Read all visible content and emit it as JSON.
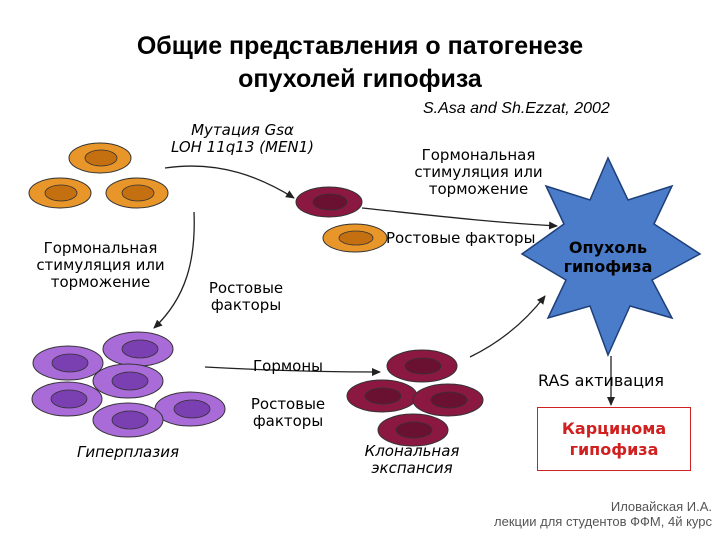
{
  "title": {
    "line1": "Общие представления о патогенезе",
    "line2": "опухолей гипофиза"
  },
  "reference": "S.Asa and Sh.Ezzat, 2002",
  "mutation": {
    "line1": "Мутация Gsα",
    "line2": "LOH 11q13 (MEN1)"
  },
  "hormonal_right": {
    "line1": "Гормональная",
    "line2": "стимуляция или",
    "line3": "торможение"
  },
  "growth_factors_right": "Ростовые факторы",
  "tumor": {
    "line1": "Опухоль",
    "line2": "гипофиза"
  },
  "hormonal_left": {
    "line1": "Гормональная",
    "line2": "стимуляция или",
    "line3": "торможение"
  },
  "growth_factors_left": {
    "line1": "Ростовые",
    "line2": "факторы"
  },
  "hormones": "Гормоны",
  "growth_factors_mid": {
    "line1": "Ростовые",
    "line2": "факторы"
  },
  "hyperplasia": "Гиперплазия",
  "clonal": {
    "line1": "Клональная",
    "line2": "экспансия"
  },
  "ras": "RAS активация",
  "carcinoma": {
    "line1": "Карцинома",
    "line2": "гипофиза"
  },
  "credit": {
    "line1": "Иловайская И.А.",
    "line2": "лекции для студентов ФФМ, 4й курс"
  },
  "colors": {
    "orange_cell": "#e8962a",
    "orange_nucleus": "#c47010",
    "purple_cell": "#a86bd8",
    "purple_nucleus": "#7a3fb0",
    "maroon_cell": "#8a1840",
    "maroon_nucleus": "#6a1030",
    "tumor_star": "#4a7cc9",
    "carcinoma_red": "#d02020"
  },
  "icons": [
    "normal-cell-icon",
    "hyperplastic-cell-icon",
    "clonal-cell-icon",
    "tumor-star-icon"
  ]
}
